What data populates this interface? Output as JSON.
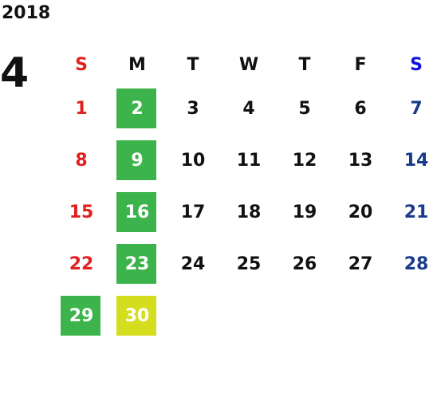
{
  "calendar": {
    "year": "2018",
    "month": "4",
    "weekdays": [
      {
        "label": "S",
        "kind": "sun"
      },
      {
        "label": "M",
        "kind": "norm"
      },
      {
        "label": "T",
        "kind": "norm"
      },
      {
        "label": "W",
        "kind": "norm"
      },
      {
        "label": "T",
        "kind": "norm"
      },
      {
        "label": "F",
        "kind": "norm"
      },
      {
        "label": "S",
        "kind": "sat"
      }
    ],
    "weeks": [
      [
        {
          "day": "1",
          "highlight": ""
        },
        {
          "day": "2",
          "highlight": "green"
        },
        {
          "day": "3",
          "highlight": ""
        },
        {
          "day": "4",
          "highlight": ""
        },
        {
          "day": "5",
          "highlight": ""
        },
        {
          "day": "6",
          "highlight": ""
        },
        {
          "day": "7",
          "highlight": ""
        }
      ],
      [
        {
          "day": "8",
          "highlight": ""
        },
        {
          "day": "9",
          "highlight": "green"
        },
        {
          "day": "10",
          "highlight": ""
        },
        {
          "day": "11",
          "highlight": ""
        },
        {
          "day": "12",
          "highlight": ""
        },
        {
          "day": "13",
          "highlight": ""
        },
        {
          "day": "14",
          "highlight": ""
        }
      ],
      [
        {
          "day": "15",
          "highlight": ""
        },
        {
          "day": "16",
          "highlight": "green"
        },
        {
          "day": "17",
          "highlight": ""
        },
        {
          "day": "18",
          "highlight": ""
        },
        {
          "day": "19",
          "highlight": ""
        },
        {
          "day": "20",
          "highlight": ""
        },
        {
          "day": "21",
          "highlight": ""
        }
      ],
      [
        {
          "day": "22",
          "highlight": ""
        },
        {
          "day": "23",
          "highlight": "green"
        },
        {
          "day": "24",
          "highlight": ""
        },
        {
          "day": "25",
          "highlight": ""
        },
        {
          "day": "26",
          "highlight": ""
        },
        {
          "day": "27",
          "highlight": ""
        },
        {
          "day": "28",
          "highlight": ""
        }
      ],
      [
        {
          "day": "29",
          "highlight": "green"
        },
        {
          "day": "30",
          "highlight": "yellow"
        },
        {
          "day": "",
          "highlight": ""
        },
        {
          "day": "",
          "highlight": ""
        },
        {
          "day": "",
          "highlight": ""
        },
        {
          "day": "",
          "highlight": ""
        },
        {
          "day": "",
          "highlight": ""
        }
      ]
    ]
  },
  "colors": {
    "sunday": "#e02020",
    "saturday_header": "#1010e0",
    "saturday_day": "#1a3a8a",
    "highlight_green": "#3cb44b",
    "highlight_yellow": "#d4de1e",
    "highlight_text": "#ffffff",
    "text": "#111111"
  }
}
